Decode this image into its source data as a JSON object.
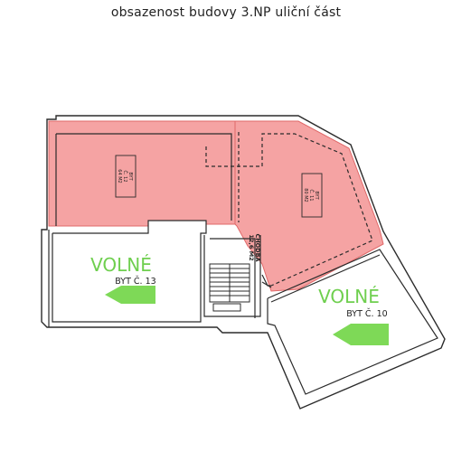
{
  "title": "obsazenost budovy  3.NP uliční část",
  "colors": {
    "occupied": "#f5a3a3",
    "occupied_edge": "#e06868",
    "available_arrow": "#7ed957",
    "available_text": "#6fcf4f",
    "wall": "#2b2b2b"
  },
  "units": {
    "byt12": {
      "line1": "BYT",
      "line2": "Č. 12",
      "line3": "64 M2",
      "status": "occupied"
    },
    "byt11": {
      "line1": "BYT",
      "line2": "Č. 11",
      "line3": "80 M2",
      "status": "occupied"
    },
    "byt13": {
      "status_label": "VOLNÉ",
      "name": "BYT Č. 13",
      "status": "available"
    },
    "byt10": {
      "status_label": "VOLNÉ",
      "name": "BYT Č. 10",
      "status": "available"
    }
  },
  "corridor": {
    "line1": "CHODBA",
    "line2": "12,6 M2"
  },
  "icons": {
    "byt13_arrow": "arrow-left-icon",
    "byt10_arrow": "arrow-left-icon",
    "stairs": "staircase-icon"
  }
}
